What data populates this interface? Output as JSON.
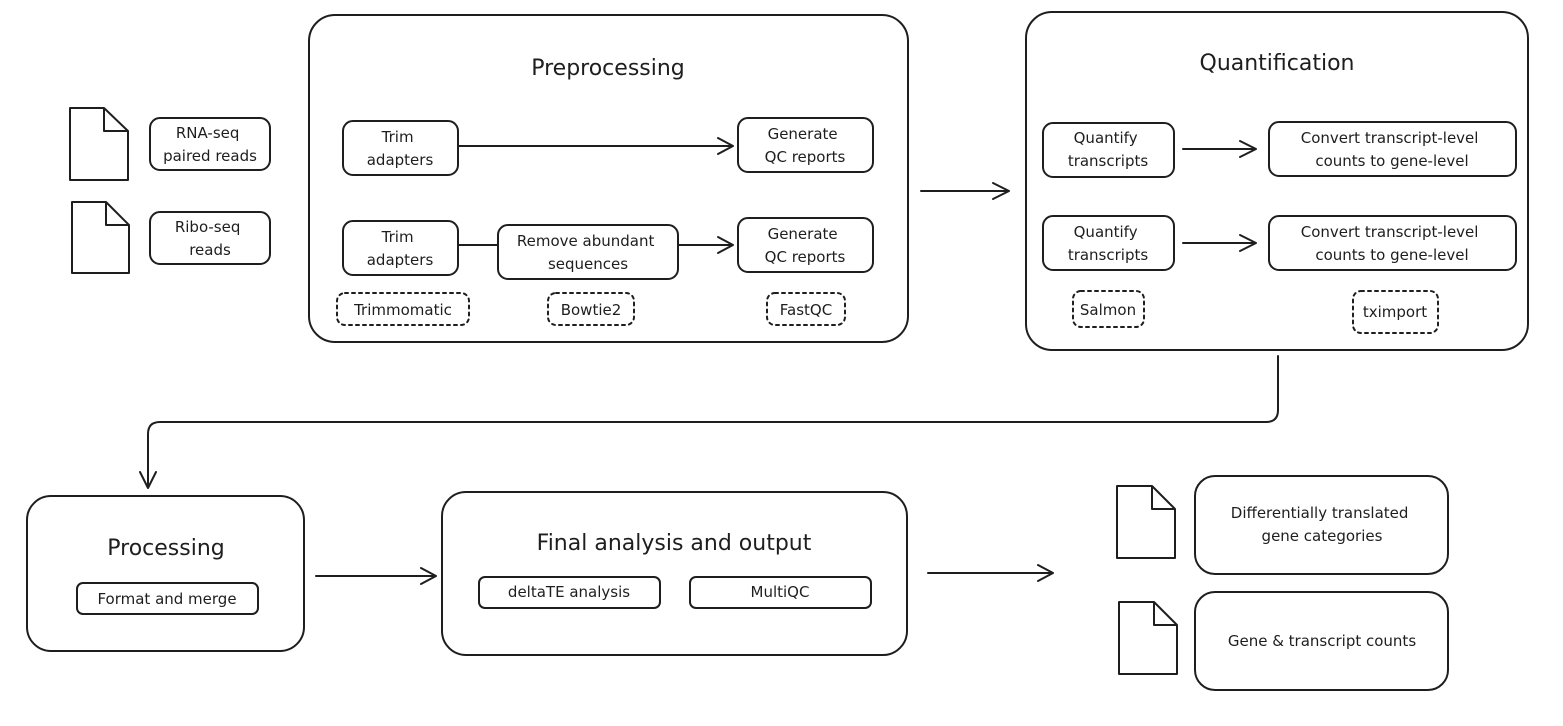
{
  "colors": {
    "preprocessing_bg": "#dff0fb",
    "quantification_bg": "#fdf3cf",
    "processing_bg": "#e8b8f7",
    "final_bg": "#a9efb1",
    "rna_hatch": "#9ccbed",
    "ribo_hatch": "#f2a8c5",
    "output_hatch": "#7ad98d",
    "stroke": "#1e1e1e"
  },
  "inputs": {
    "rna_seq": "RNA-seq paired reads",
    "rna_seq_lines": [
      "RNA-seq",
      "paired reads"
    ],
    "ribo_seq": "Ribo-seq reads",
    "ribo_seq_lines": [
      "Ribo-seq",
      "reads"
    ],
    "file_icon": "file-icon"
  },
  "preprocessing": {
    "title": "Preprocessing",
    "row1": {
      "trim": [
        "Trim",
        "adapters"
      ],
      "qc": [
        "Generate",
        "QC reports"
      ]
    },
    "row2": {
      "trim": [
        "Trim",
        "adapters"
      ],
      "remove": [
        "Remove abundant",
        "sequences"
      ],
      "qc": [
        "Generate",
        "QC reports"
      ]
    },
    "tools": [
      "Trimmomatic",
      "Bowtie2",
      "FastQC"
    ]
  },
  "quantification": {
    "title": "Quantification",
    "row1": {
      "quantify": [
        "Quantify",
        "transcripts"
      ],
      "convert": [
        "Convert transcript-level",
        "counts to gene-level"
      ]
    },
    "row2": {
      "quantify": [
        "Quantify",
        "transcripts"
      ],
      "convert": [
        "Convert transcript-level",
        "counts to gene-level"
      ]
    },
    "tools": [
      "Salmon",
      "tximport"
    ]
  },
  "processing": {
    "title": "Processing",
    "step": "Format and merge"
  },
  "final": {
    "title": "Final analysis and output",
    "steps": [
      "deltaTE analysis",
      "MultiQC"
    ]
  },
  "outputs": {
    "translated_lines": [
      "Differentially translated",
      "gene categories"
    ],
    "counts": "Gene & transcript counts"
  }
}
